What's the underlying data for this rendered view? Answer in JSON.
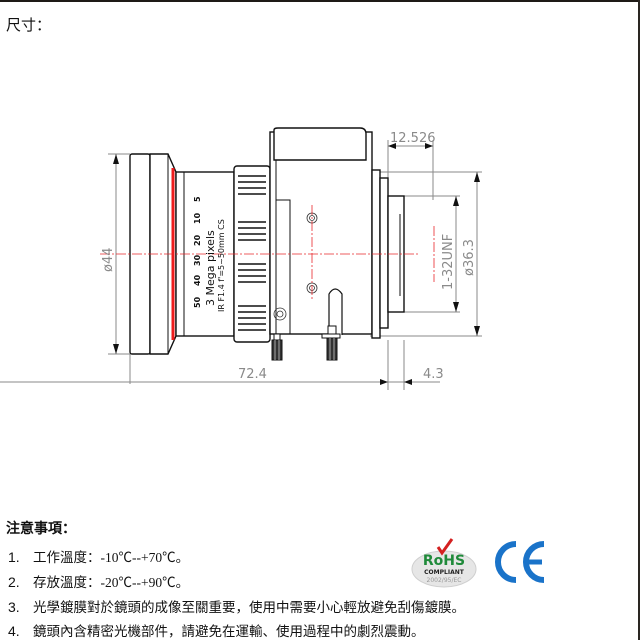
{
  "page": {
    "title": "尺寸："
  },
  "drawing": {
    "dimensions": {
      "front_diameter": "ø44",
      "total_length": "72.4",
      "flange_offset": "4.3",
      "thread_length": "12.526",
      "thread_spec": "1-32UNF",
      "rear_diameter": "ø36.3"
    },
    "lens_markings": {
      "focal_scale": [
        "50",
        "40",
        "30",
        "20",
        "10",
        "5"
      ],
      "line1": "3 Mega pixels",
      "line2": "IR F1.4 f'=5~50mm CS"
    },
    "colors": {
      "outline": "#111111",
      "dimension_line": "#8a8a8a",
      "center_line": "#e8272b",
      "red_ring": "#ee1c1c"
    }
  },
  "notes": {
    "title": "注意事項：",
    "items": [
      {
        "num": "1.",
        "text": "工作溫度：-10℃--+70℃。"
      },
      {
        "num": "2.",
        "text": "存放溫度：-20℃--+90℃。"
      },
      {
        "num": "3.",
        "text": "光學鍍膜對於鏡頭的成像至關重要，使用中需要小心輕放避免刮傷鍍膜。"
      },
      {
        "num": "4.",
        "text": "鏡頭內含精密光機部件，請避免在運輸、使用過程中的劇烈震動。"
      }
    ]
  },
  "certifications": {
    "rohs": {
      "label": "RoHS",
      "sub": "COMPLIANT",
      "code": "2002/95/EC",
      "color": "#1f8a3a"
    },
    "ce": {
      "label": "CE",
      "color": "#1a73c9"
    }
  }
}
